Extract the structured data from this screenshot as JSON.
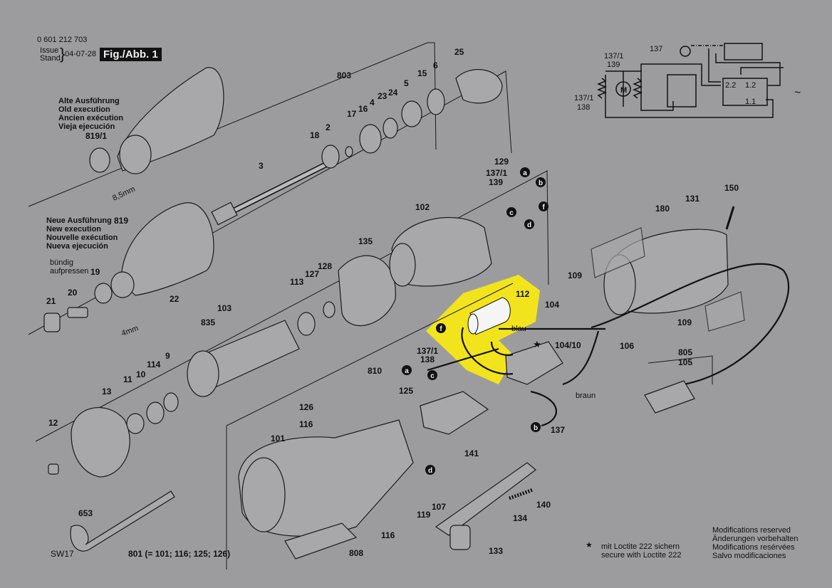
{
  "header": {
    "part_number": "0 601 212 703",
    "issue_label": "Issue",
    "stand_label": "Stand",
    "date": "04-07-28",
    "figure": "Fig./Abb. 1"
  },
  "old_execution": [
    "Alte Ausführung",
    "Old execution",
    "Ancien exécution",
    "Vieja ejecución"
  ],
  "new_execution": [
    "Neue Ausführung",
    "New execution",
    "Nouvelle exécution",
    "Nueva ejecución"
  ],
  "press_note": [
    "bündig",
    "aufpressen"
  ],
  "dims": {
    "d1": "8,5mm",
    "d2": "4mm"
  },
  "parts": [
    "803",
    "15",
    "6",
    "25",
    "5",
    "24",
    "23",
    "4",
    "16",
    "17",
    "2",
    "18",
    "3",
    "129",
    "137/1",
    "139",
    "102",
    "135",
    "128",
    "127",
    "113",
    "103",
    "835",
    "9",
    "114",
    "10",
    "11",
    "13",
    "12",
    "21",
    "20",
    "22",
    "819",
    "19",
    "819/1",
    "131",
    "180",
    "150",
    "109",
    "109",
    "106",
    "112",
    "104",
    "104/10",
    "137/1",
    "138",
    "805",
    "105",
    "810",
    "125",
    "126",
    "116",
    "101",
    "141",
    "107",
    "119",
    "140",
    "134",
    "133",
    "116",
    "808",
    "653",
    "SW17",
    "801 (= 101; 116; 125; 126)",
    "137"
  ],
  "connectors": [
    "a",
    "b",
    "c",
    "f",
    "d",
    "a",
    "c",
    "f",
    "b",
    "d"
  ],
  "wire_colors": {
    "blue": "blau",
    "brown": "braun"
  },
  "circuit": {
    "l1": "137/1",
    "l2": "139",
    "l3": "137",
    "l4": "137/1",
    "l5": "138",
    "motor": "M",
    "t22": "2.2",
    "t12": "1.2",
    "t11": "1.1"
  },
  "footnote": {
    "star": "★",
    "line1": "mit Loctite 222 sichern",
    "line2": "secure with Loctite 222"
  },
  "modifications": [
    "Modifications reserved",
    "Änderungen vorbehalten",
    "Modifications resérvées",
    "Salvo modificaciones"
  ],
  "colors": {
    "background": "#9c9c9e",
    "highlight": "#f2e41c"
  }
}
